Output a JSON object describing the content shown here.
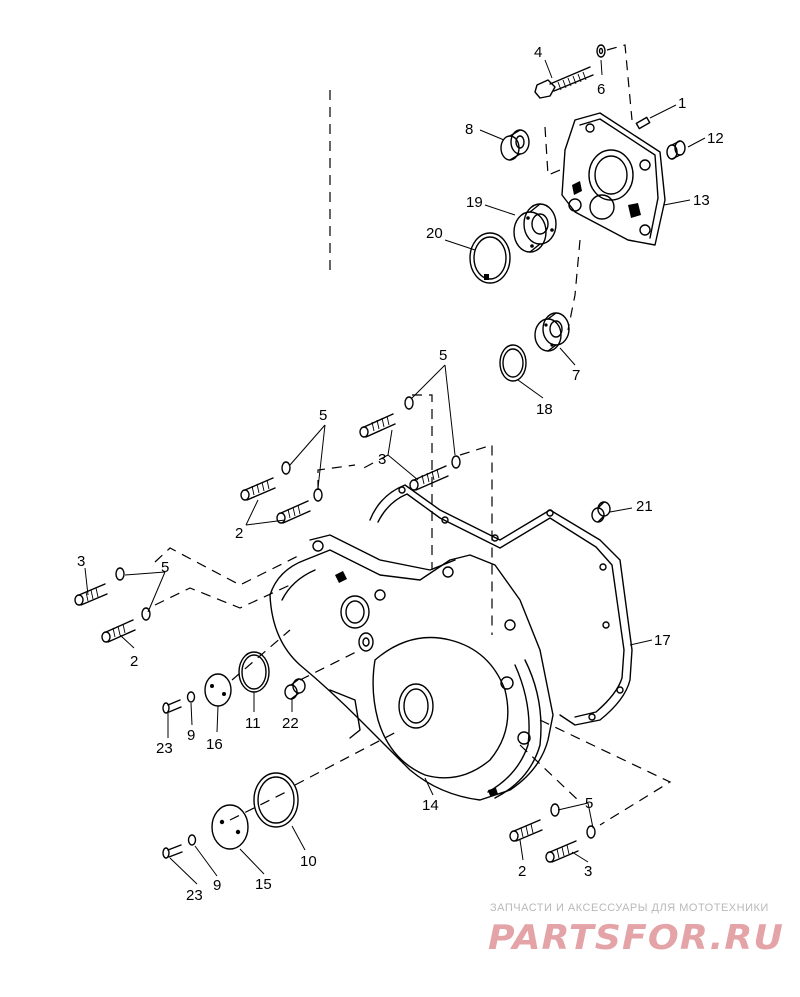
{
  "labels": {
    "p1": "1",
    "p2a": "2",
    "p2b": "2",
    "p2c": "2",
    "p3a": "3",
    "p3b": "3",
    "p3c": "3",
    "p4": "4",
    "p5a": "5",
    "p5b": "5",
    "p5c": "5",
    "p5d": "5",
    "p6": "6",
    "p7": "7",
    "p8": "8",
    "p9a": "9",
    "p9b": "9",
    "p10": "10",
    "p11": "11",
    "p12": "12",
    "p13": "13",
    "p14": "14",
    "p15": "15",
    "p16": "16",
    "p17": "17",
    "p18": "18",
    "p19": "19",
    "p20": "20",
    "p21": "21",
    "p22": "22",
    "p23a": "23",
    "p23b": "23"
  },
  "watermark": {
    "tagline": "ЗАПЧАСТИ И АКСЕССУАРЫ ДЛЯ МОТОТЕХНИКИ",
    "logo": "PARTSFOR.RU",
    "color": "#e4a3a6"
  }
}
